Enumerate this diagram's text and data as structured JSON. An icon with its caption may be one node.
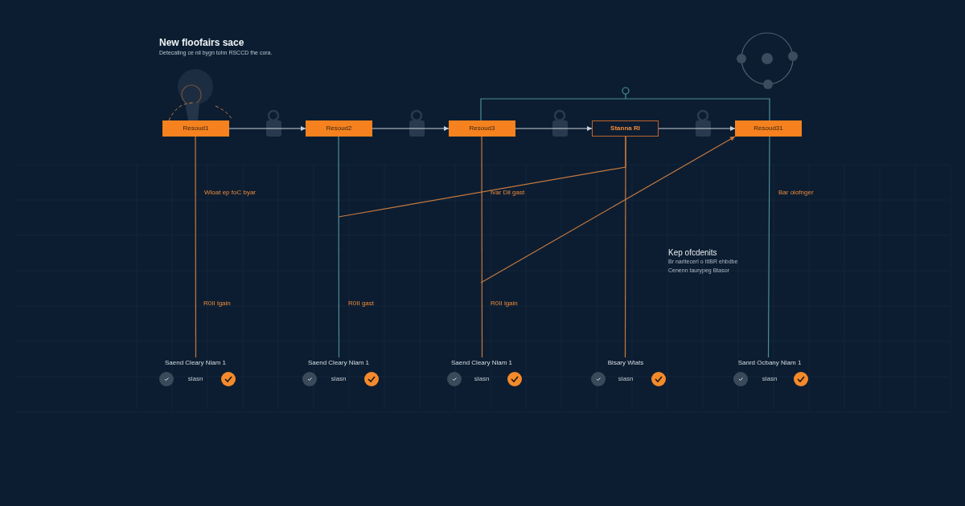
{
  "diagram": {
    "title": "New floofairs sace",
    "nodes": [
      {
        "text": [
          "Resoud1"
        ]
      },
      {
        "text": [
          "Resoud2"
        ]
      },
      {
        "text": [
          "Resoud3"
        ]
      },
      {
        "text": [
          "Stanna RI"
        ]
      },
      {
        "text": [
          "Resoud31"
        ]
      },
      {
        "text": [
          "Saend Cleary Nlam 1"
        ]
      },
      {
        "text": [
          "Saend Cleary Nlam 1"
        ]
      },
      {
        "text": [
          "Saend Cleary Nlam 1"
        ]
      },
      {
        "text": [
          "Bisary Wlats"
        ]
      },
      {
        "text": [
          "Sanrd Ocbany Nlam 1"
        ]
      }
    ],
    "edges": [
      {
        "from": 0,
        "to": 1,
        "arrow": "to",
        "color": "#c9d2dc"
      },
      {
        "from": 1,
        "to": 2,
        "arrow": "to",
        "color": "#c9d2dc"
      },
      {
        "from": 2,
        "to": 3,
        "arrow": "to",
        "color": "#c9d2dc"
      },
      {
        "from": 3,
        "to": 4,
        "arrow": "to",
        "color": "#c9d2dc"
      },
      {
        "from": 2,
        "to": 4,
        "arrow": "none",
        "color": "#4d8e99"
      },
      {
        "from": 0,
        "to": 5,
        "arrow": "none"
      },
      {
        "from": 1,
        "to": 6,
        "arrow": "none",
        "color": "#4d8e99"
      },
      {
        "from": 2,
        "to": 7,
        "arrow": "none"
      },
      {
        "from": 3,
        "to": 8,
        "arrow": "none"
      },
      {
        "from": 4,
        "to": 9,
        "arrow": "none",
        "color": "#4d8e99"
      },
      {
        "from": 3,
        "to": null,
        "arrow": "none"
      },
      {
        "from": null,
        "to": 4,
        "arrow": "to"
      }
    ],
    "labels": [
      "Detecating ce nil bygn tohn RSCCD fhe cora.",
      "Wloat ep foC byar",
      "Ivar Dil gast",
      "Bar olofnger",
      "Kep ofcdenits",
      "Br naritecerl o ItIBR ehbdbe",
      "Cenenn taurypeg Btasor",
      "R0II lgain",
      "R0II gast",
      "R0II lgain",
      "slasn",
      "slasn",
      "slasn",
      "slasn",
      "slasn"
    ]
  }
}
